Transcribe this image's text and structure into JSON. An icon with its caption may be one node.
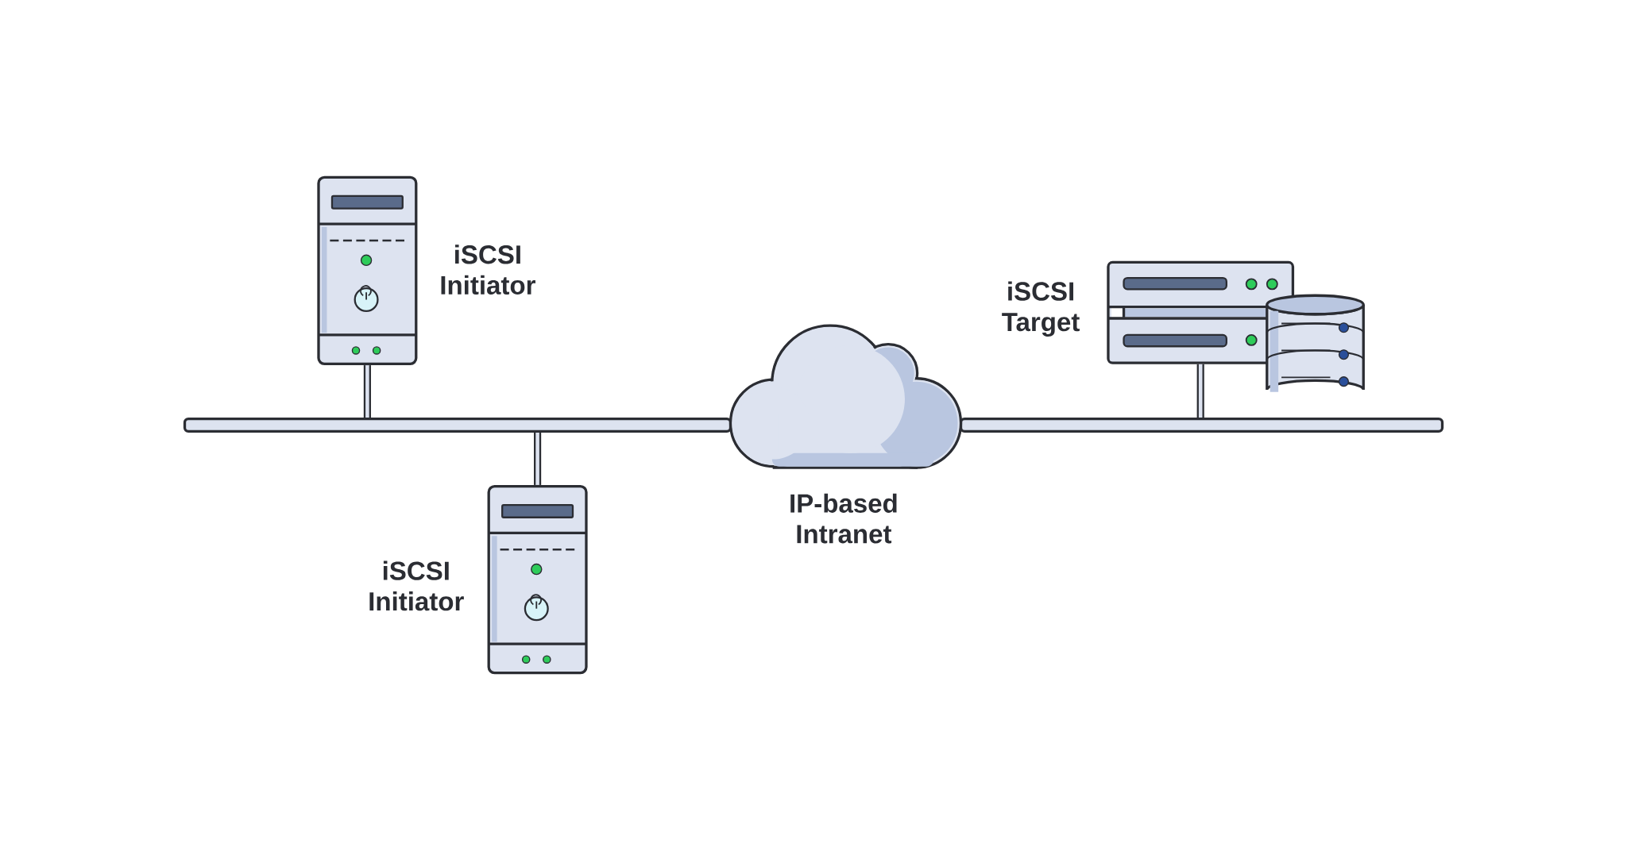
{
  "diagram": {
    "nodes": [
      {
        "text": [],
        "shape": "picture",
        "beside": [
          "iSCSI Initiator"
        ]
      },
      {
        "text": [],
        "shape": "picture",
        "beside": [
          "iSCSI Target"
        ]
      },
      {
        "text": [
          "IP-based Intranet"
        ]
      },
      {
        "text": [],
        "shape": "bar"
      },
      {
        "text": [],
        "shape": "bar"
      },
      {
        "text": [],
        "shape": "picture",
        "beside": [
          "iSCSI Initiator"
        ]
      }
    ],
    "edges": [
      {
        "from": 0,
        "to": 3,
        "arrow": "none"
      },
      {
        "from": 5,
        "to": 3,
        "arrow": "none"
      },
      {
        "from": 1,
        "to": 4,
        "arrow": "none"
      }
    ]
  }
}
